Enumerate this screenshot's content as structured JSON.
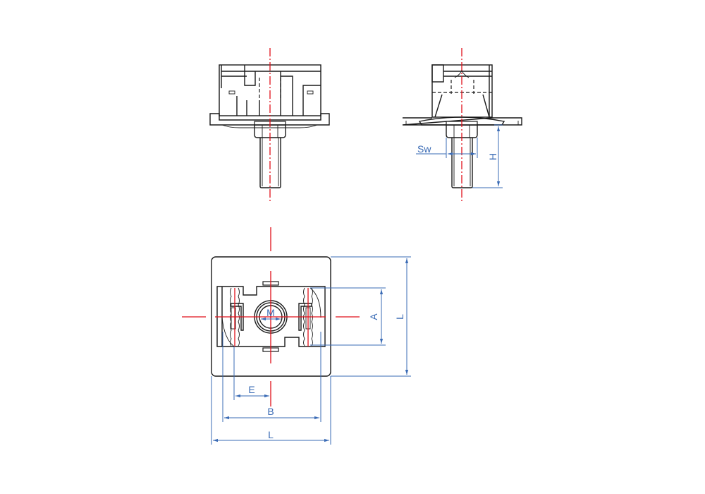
{
  "title": "Hammer-head nut with bolt technical drawing",
  "colors": {
    "outline": "#1a1a1a",
    "centerline": "#e0101a",
    "dimension": "#3a6bb5"
  },
  "labels": {
    "sw": "Sw",
    "h": "H",
    "m": "M",
    "a": "A",
    "l_vertical": "L",
    "e": "E",
    "b": "B",
    "l_horizontal": "L"
  }
}
